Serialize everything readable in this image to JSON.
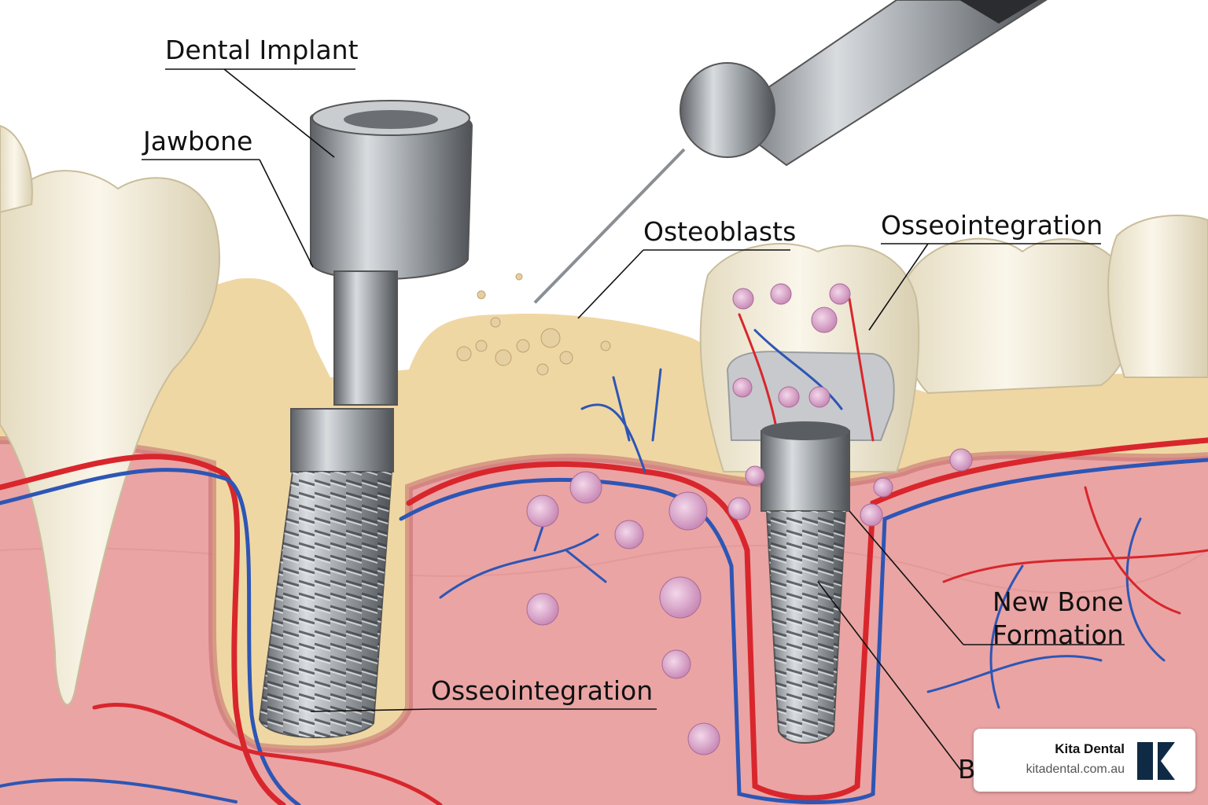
{
  "labels": {
    "dental_implant": "Dental Implant",
    "jawbone": "Jawbone",
    "osteoblasts": "Osteoblasts",
    "osseointegration_top": "Osseointegration",
    "osseointegration_bottom": "Osseointegration",
    "new_bone_line1": "New Bone",
    "new_bone_line2": "Formation",
    "partial_label": "B"
  },
  "brand": {
    "name": "Kita Dental",
    "url": "kitadental.com.au",
    "logo_icon": "kita-k-monogram-icon",
    "logo_color": "#0f2a44"
  },
  "palette": {
    "gum": "#eaa4a4",
    "bone": "#efd7a4",
    "tooth": "#f3ecd6",
    "metal": "#9aa0a6",
    "artery": "#d8262c",
    "vein": "#2d56b5"
  }
}
